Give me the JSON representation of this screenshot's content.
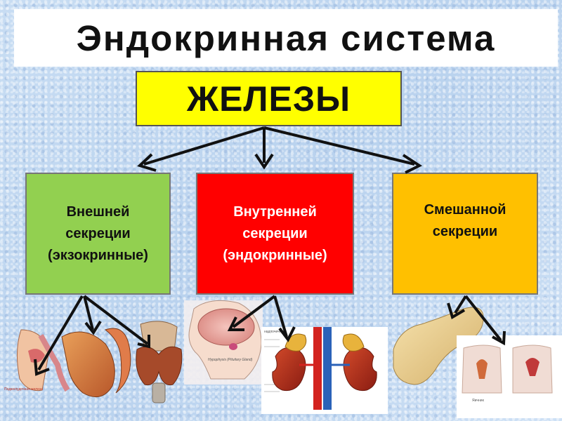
{
  "title": "Эндокринная система",
  "glands": "ЖЕЛЕЗЫ",
  "categories": [
    {
      "lines": [
        "Внешней",
        "секреции",
        "(экзокринные)"
      ]
    },
    {
      "lines": [
        "Внутренней",
        "секреции",
        "(эндокринные)"
      ]
    },
    {
      "lines": [
        "Смешанной",
        "секреции"
      ]
    }
  ],
  "image_captions": {
    "left": "Поджелудочная железа",
    "brain": "Hypophysis (Pituitary Gland)",
    "kidney": "надпочечник",
    "right": "Яичник"
  },
  "colors": {
    "glands_fill": "#ffff00",
    "exo_fill": "#92d050",
    "endo_fill": "#ff0000",
    "mixed_fill": "#ffc000",
    "arrow": "#111111"
  }
}
